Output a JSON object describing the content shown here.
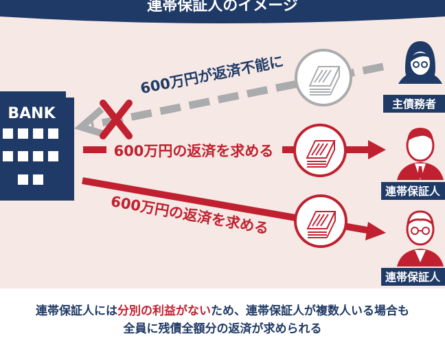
{
  "header": {
    "title": "連帯保証人のイメージ"
  },
  "bank": {
    "label": "BANK"
  },
  "arrows": {
    "top": "600万円が返済不能に",
    "middle": "600万円の返済を求める",
    "bottom": "600万円の返済を求める"
  },
  "persons": {
    "main_debtor": "主債務者",
    "guarantor_1": "連帯保証人",
    "guarantor_2": "連帯保証人"
  },
  "footer": {
    "line1_part1": "連帯保証人には",
    "line1_emphasis": "分別の利益がない",
    "line1_part2": "ため、連帯保証人が複数人いる場合も",
    "line2": "全員に残債全額分の返済が求められる"
  },
  "colors": {
    "navy": "#1f3a66",
    "red": "#c0202f",
    "gray": "#a9abad",
    "background": "#f6e8e4"
  }
}
